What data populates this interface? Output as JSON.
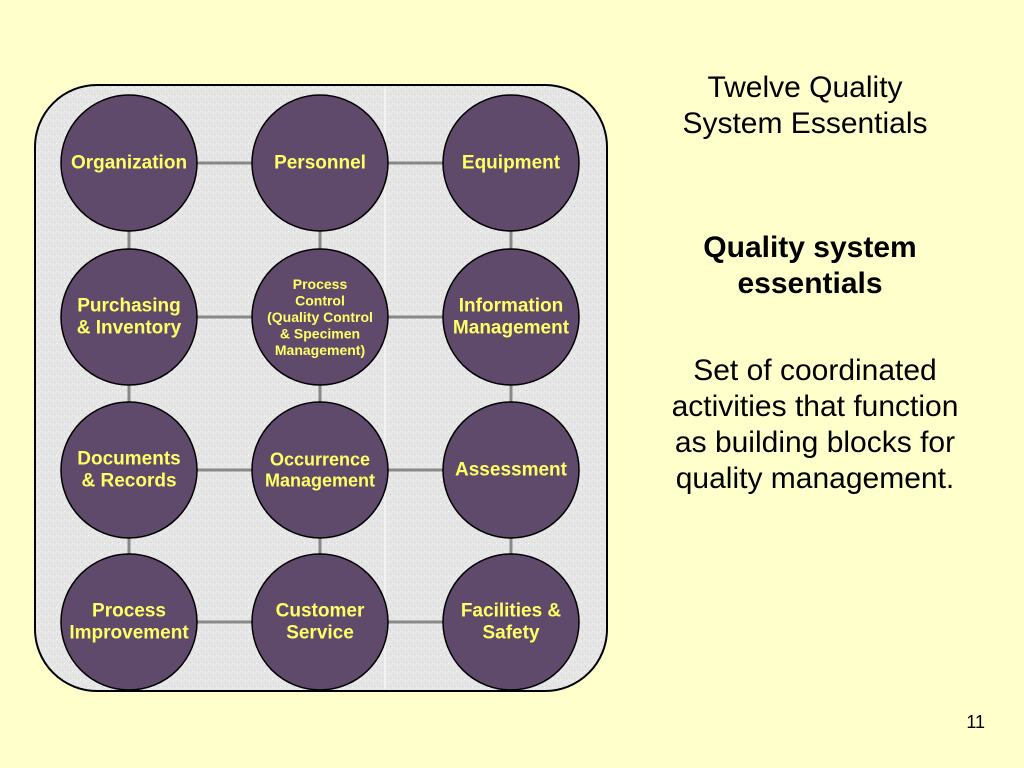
{
  "title": [
    "Twelve Quality",
    "System Essentials"
  ],
  "heading": [
    "Quality system",
    "essentials"
  ],
  "definition": [
    "Set of coordinated",
    "activities that function",
    "as building blocks for",
    "quality management."
  ],
  "page_number": "11",
  "colors": {
    "background": "#ffffcc",
    "circle_fill": "#604a6c",
    "circle_text": "#ffff66",
    "connector": "#888888",
    "panel_border": "#000000"
  },
  "essentials": [
    {
      "id": "organization",
      "lines": [
        "Organization"
      ]
    },
    {
      "id": "personnel",
      "lines": [
        "Personnel"
      ]
    },
    {
      "id": "equipment",
      "lines": [
        "Equipment"
      ]
    },
    {
      "id": "purchasing-inventory",
      "lines": [
        "Purchasing",
        "& Inventory"
      ]
    },
    {
      "id": "process-control",
      "lines": [
        "Process",
        "Control",
        "(Quality Control",
        "& Specimen",
        "Management)"
      ]
    },
    {
      "id": "information-management",
      "lines": [
        "Information",
        "Management"
      ]
    },
    {
      "id": "documents-records",
      "lines": [
        "Documents",
        "& Records"
      ]
    },
    {
      "id": "occurrence-management",
      "lines": [
        "Occurrence",
        "Management"
      ]
    },
    {
      "id": "assessment",
      "lines": [
        "Assessment"
      ]
    },
    {
      "id": "process-improvement",
      "lines": [
        "Process",
        "Improvement"
      ]
    },
    {
      "id": "customer-service",
      "lines": [
        "Customer",
        "Service"
      ]
    },
    {
      "id": "facilities-safety",
      "lines": [
        "Facilities &",
        "Safety"
      ]
    }
  ]
}
